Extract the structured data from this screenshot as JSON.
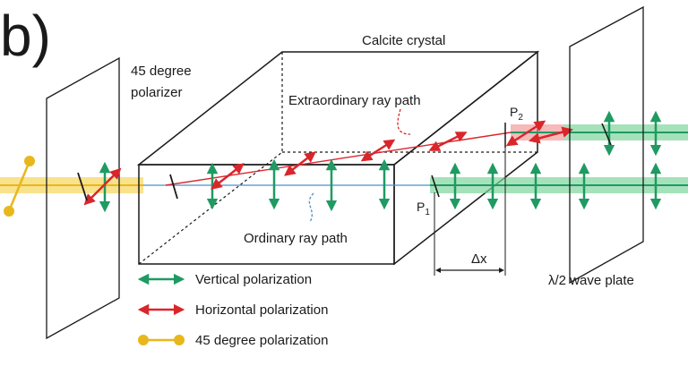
{
  "panel_label": "b)",
  "labels": {
    "polarizer_line1": "45 degree",
    "polarizer_line2": "polarizer",
    "crystal": "Calcite crystal",
    "extraordinary": "Extraordinary ray path",
    "ordinary": "Ordinary ray path",
    "p2": "P",
    "p2_sub": "2",
    "p1": "P",
    "p1_sub": "1",
    "delta_x": "Δx",
    "wave_plate": "λ/2 wave plate"
  },
  "legend": [
    {
      "label": "Vertical polarization",
      "color": "#1f9a63"
    },
    {
      "label": "Horizontal polarization",
      "color": "#d9262b"
    },
    {
      "label": "45 degree polarization",
      "color": "#e8b71c"
    }
  ],
  "colors": {
    "vertical": "#1f9a63",
    "horizontal": "#d9262b",
    "diagonal": "#e8b71c",
    "beam_yellow": "#f6d65b",
    "beam_green": "#7fd69d",
    "beam_red": "#f28a8a",
    "outline": "#1a1a1a",
    "annotation": "#4a90c8"
  }
}
